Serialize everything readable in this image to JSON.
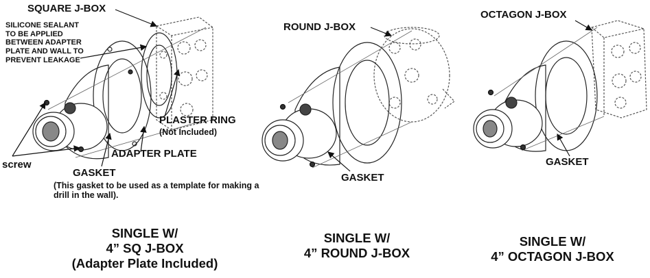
{
  "panel_sq": {
    "label_square": "SQUARE J-BOX",
    "sealant_note": [
      "SILICONE SEALANT",
      "TO BE  APPLIED",
      "BETWEEN ADAPTER",
      "PLATE AND WALL TO",
      "PREVENT LEAKAGE"
    ],
    "label_plaster_ring": "PLASTER RING",
    "label_not_included": "(Not Included)",
    "label_adapter_plate": "ADAPTER PLATE",
    "label_screw": "screw",
    "label_gasket": "GASKET",
    "gasket_note": [
      "(This gasket to be used as a template for making a",
      "drill in the wall)."
    ],
    "caption": [
      "SINGLE W/",
      "4” SQ J-BOX",
      "(Adapter Plate Included)"
    ]
  },
  "panel_round": {
    "label_round": "ROUND J-BOX",
    "label_gasket": "GASKET",
    "caption": [
      "SINGLE W/",
      "4” ROUND J-BOX"
    ]
  },
  "panel_oct": {
    "label_octagon": "OCTAGON J-BOX",
    "label_gasket": "GASKET",
    "caption": [
      "SINGLE W/",
      "4” OCTAGON J-BOX"
    ]
  }
}
